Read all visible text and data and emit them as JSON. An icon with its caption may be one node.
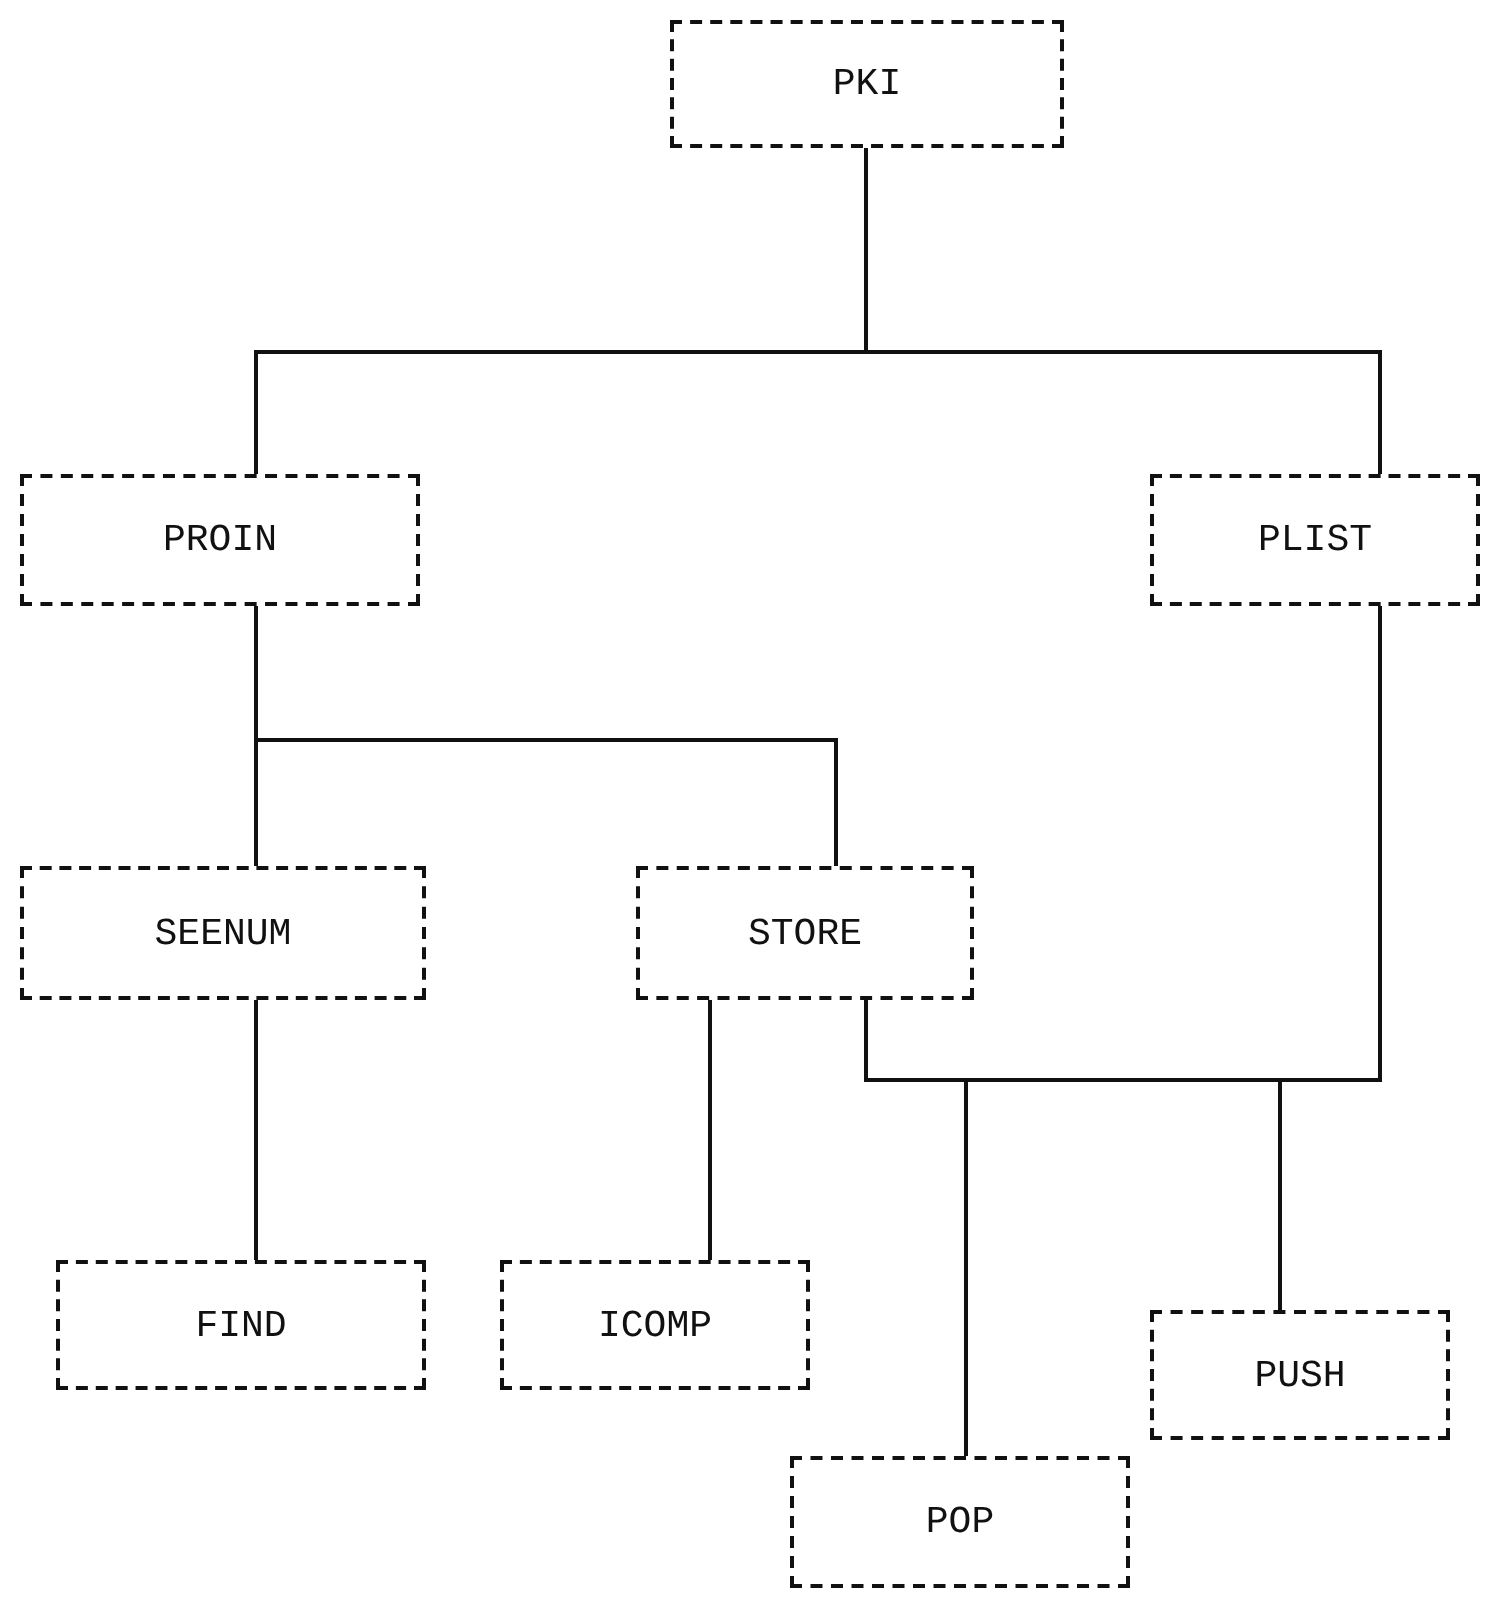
{
  "diagram": {
    "nodes": [
      {
        "text": [
          "PKI"
        ]
      },
      {
        "text": [
          "PROIN"
        ]
      },
      {
        "text": [
          "PLIST"
        ]
      },
      {
        "text": [
          "SEENUM"
        ]
      },
      {
        "text": [
          "STORE"
        ]
      },
      {
        "text": [
          "FIND"
        ]
      },
      {
        "text": [
          "ICOMP"
        ]
      },
      {
        "text": [
          "PUSH"
        ]
      },
      {
        "text": [
          "POP"
        ]
      }
    ],
    "edges": [
      {
        "from": 0,
        "to": 1,
        "arrow": "none"
      },
      {
        "from": 0,
        "to": 2,
        "arrow": "none"
      },
      {
        "from": 1,
        "to": 3,
        "arrow": "none"
      },
      {
        "from": 1,
        "to": 4,
        "arrow": "none"
      },
      {
        "from": 3,
        "to": 5,
        "arrow": "none"
      },
      {
        "from": 4,
        "to": 6,
        "arrow": "none"
      },
      {
        "from": 4,
        "to": 8,
        "arrow": "none"
      },
      {
        "from": 4,
        "to": 7,
        "arrow": "none"
      },
      {
        "from": 2,
        "to": 8,
        "arrow": "none"
      },
      {
        "from": 2,
        "to": 7,
        "arrow": "none"
      }
    ]
  }
}
